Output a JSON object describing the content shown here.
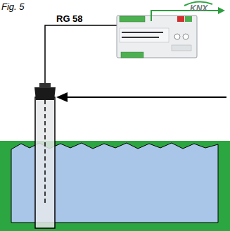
{
  "diagram": {
    "title": "Fig. 5",
    "labels": [
      "RG 58",
      "KNX"
    ]
  }
}
